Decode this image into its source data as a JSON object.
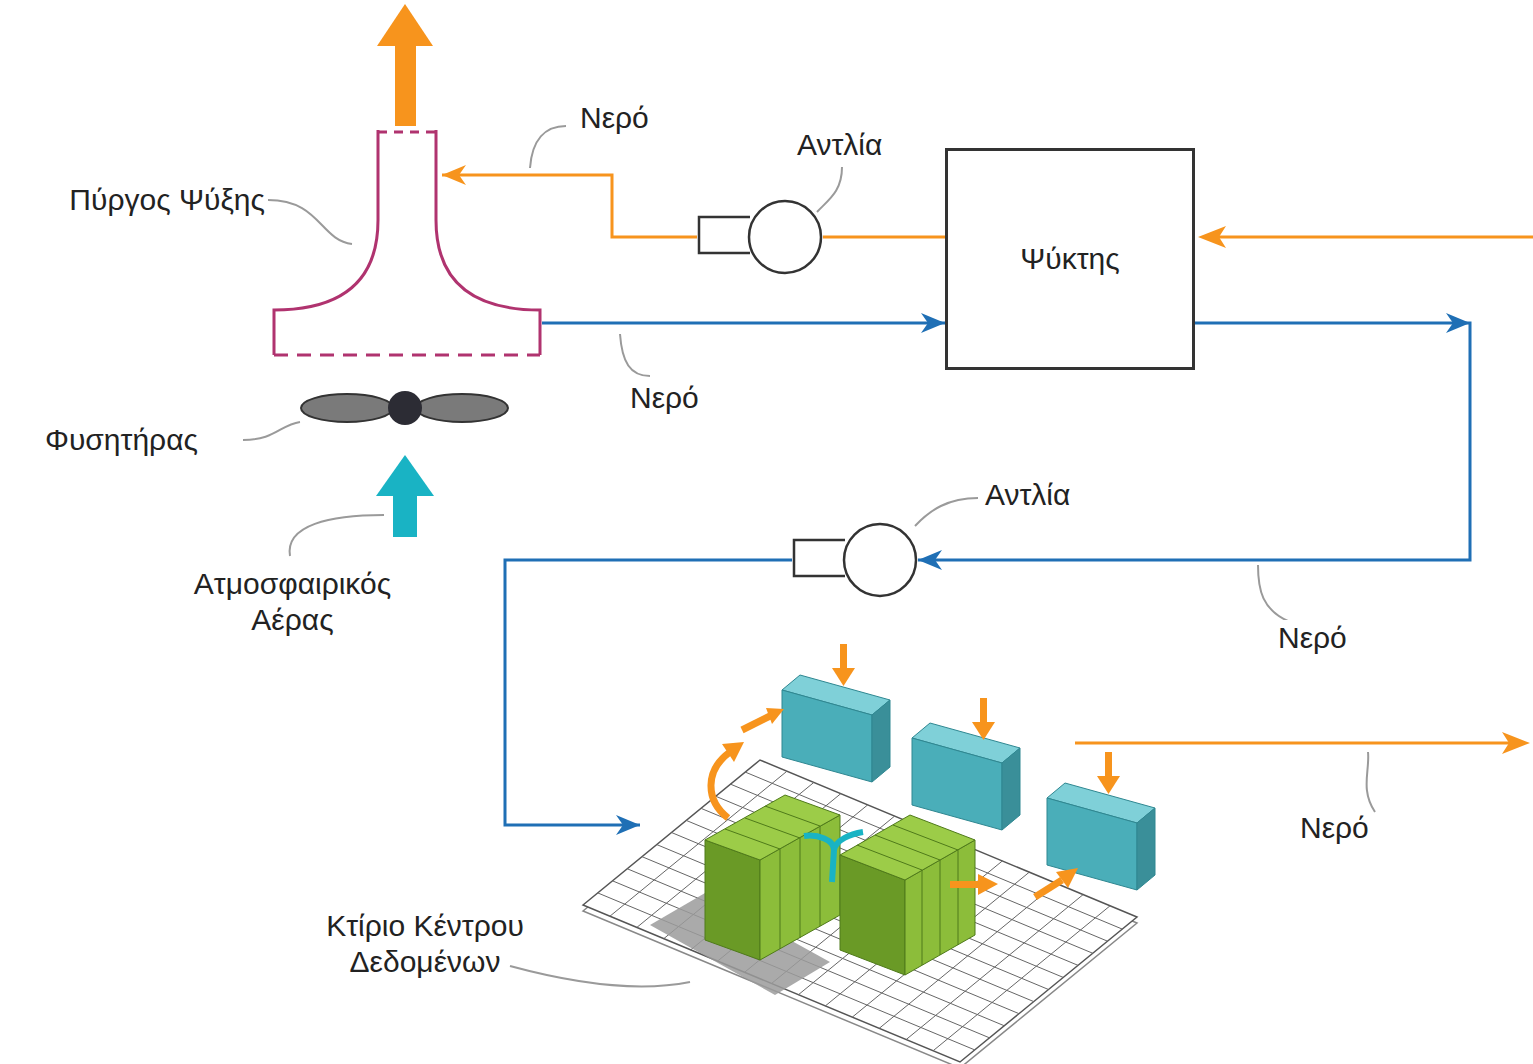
{
  "diagram": {
    "nodes": [
      {
        "text": [
          "Πύργος Ψύξης"
        ]
      },
      {
        "text": [
          "Αντλία"
        ]
      },
      {
        "text": [
          "Ψύκτης"
        ]
      },
      {
        "text": [
          "Αντλία"
        ]
      },
      {
        "text": [
          "Κτίριο Κέντρου Δεδομένων"
        ]
      }
    ],
    "edges": [
      {
        "from": 2,
        "to": 1,
        "arrow": "none"
      },
      {
        "from": 1,
        "to": 0,
        "arrow": "to",
        "label": "Νερό"
      },
      {
        "from": 0,
        "to": 2,
        "arrow": "to",
        "label": "Νερό"
      },
      {
        "from": 2,
        "to": 3,
        "arrow": "to",
        "label": "Νερό"
      },
      {
        "from": 3,
        "to": 4,
        "arrow": "to"
      }
    ],
    "labels": [
      "Φυσητήρας",
      "Ατμοσφαιρικός Αέρας",
      "Νερό"
    ]
  }
}
